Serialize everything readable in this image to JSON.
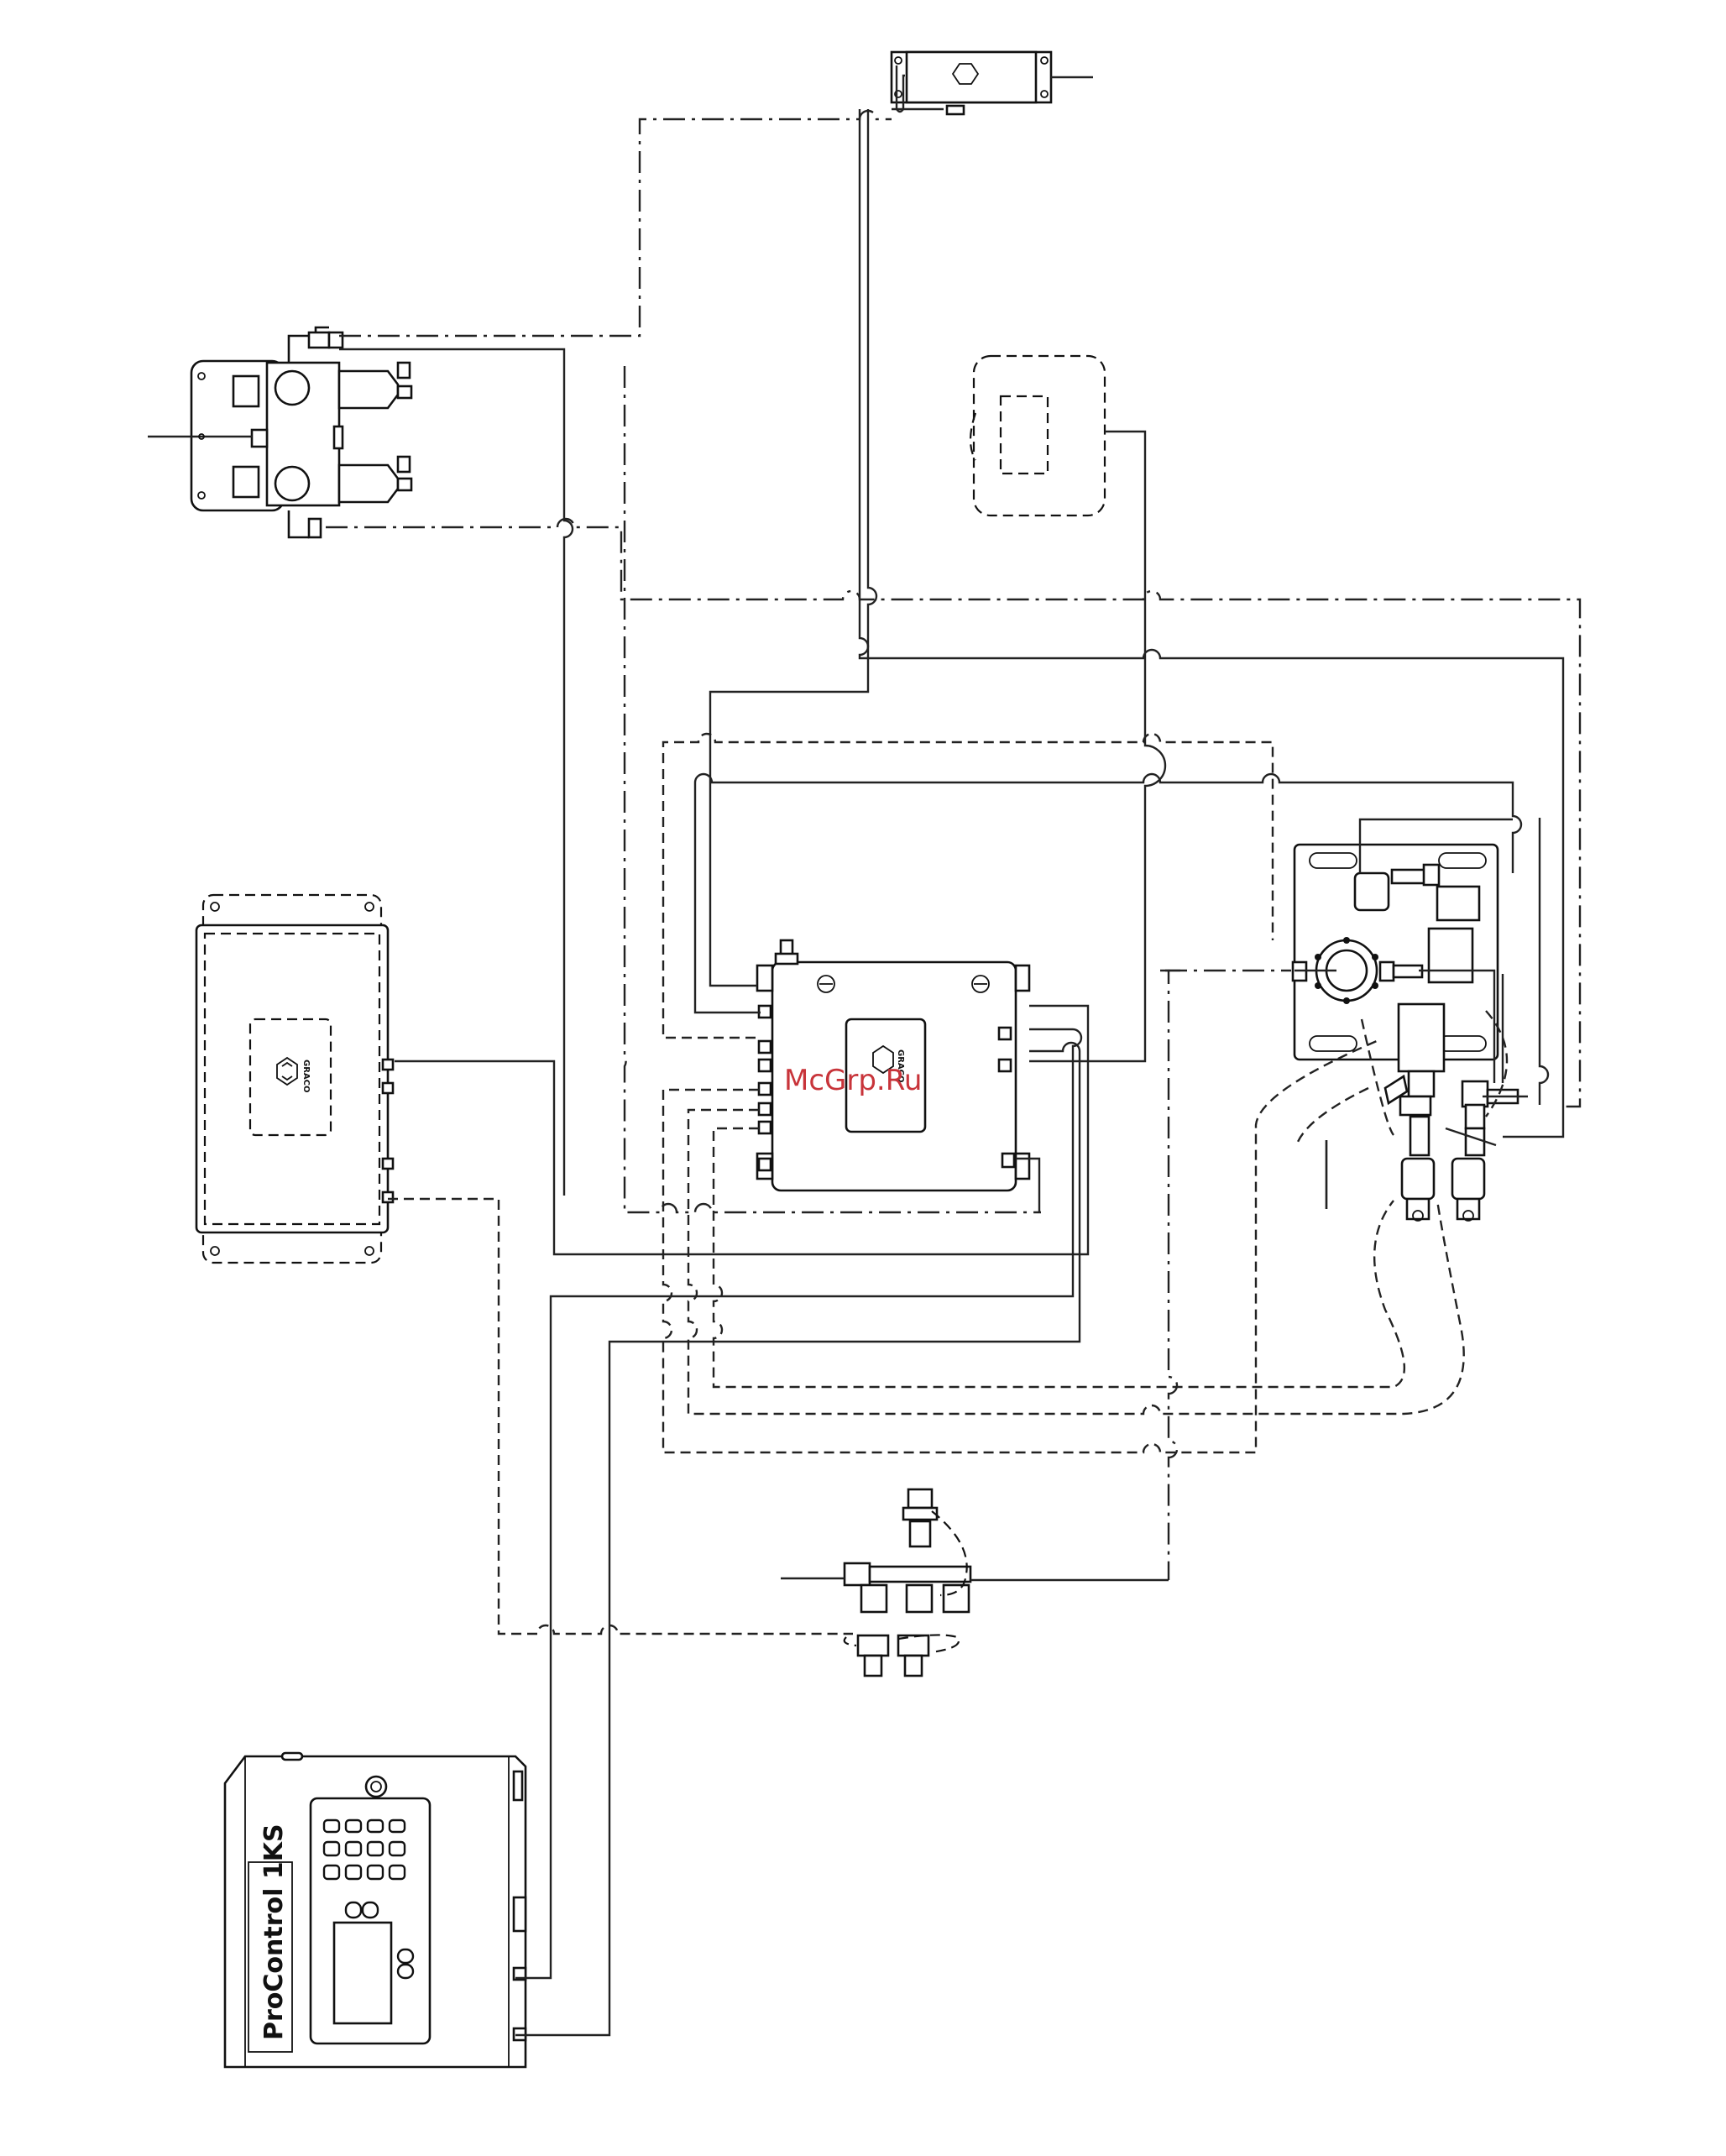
{
  "watermark": "McGrp.Ru",
  "procontrol": {
    "label": "ProControl 1KS"
  },
  "logos": {
    "maker": "GRACO"
  }
}
